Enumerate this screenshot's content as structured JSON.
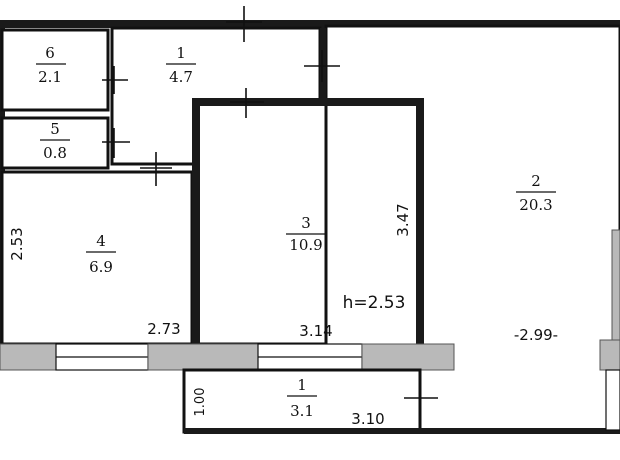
{
  "rooms": [
    {
      "number": "6",
      "area": "2.1"
    },
    {
      "number": "1",
      "area": "4.7"
    },
    {
      "number": "5",
      "area": "0.8"
    },
    {
      "number": "4",
      "area": "6.9"
    },
    {
      "number": "3",
      "area": "10.9"
    },
    {
      "number": "2",
      "area": "20.3"
    },
    {
      "number": "1",
      "area": "3.1"
    }
  ],
  "dimensions": {
    "room4_height": "2.53",
    "room4_width": "2.73",
    "room3_height": "3.47",
    "room3_width": "3.14",
    "ceiling_height": "h=2.53",
    "room2_width": "-2.99-",
    "balcony_depth": "1.00",
    "balcony_width": "3.10"
  }
}
